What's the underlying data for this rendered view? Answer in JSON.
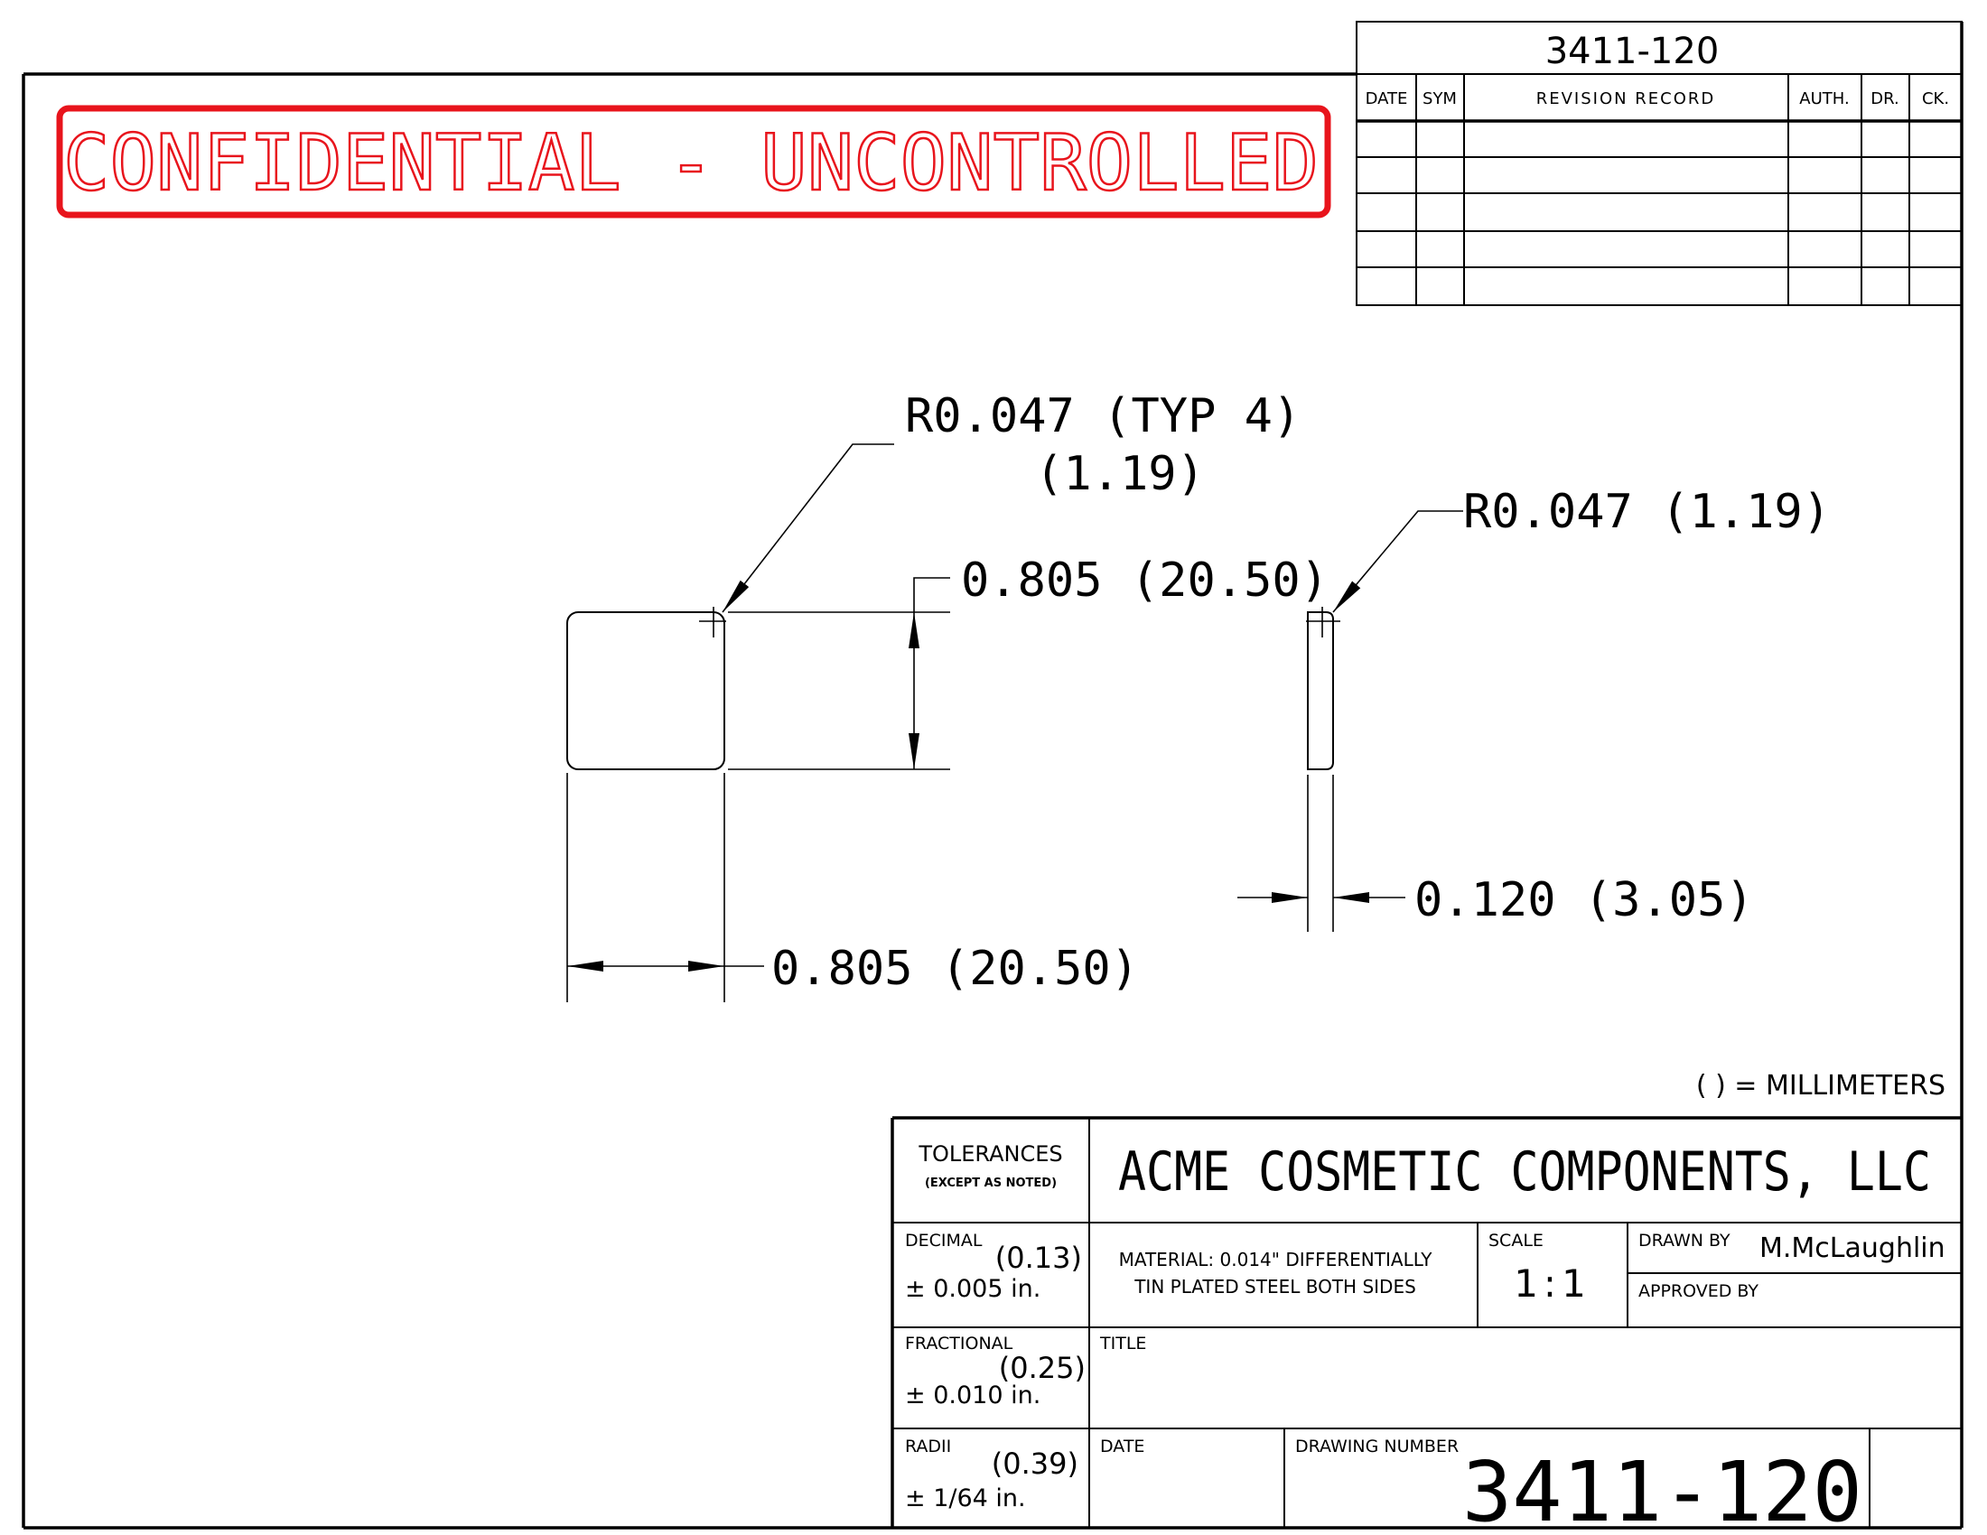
{
  "drawing_number_top": "3411-120",
  "confidential_text": "CONFIDENTIAL - UNCONTROLLED",
  "revision": {
    "headers": [
      "DATE",
      "SYM",
      "REVISION RECORD",
      "AUTH.",
      "DR.",
      "CK."
    ]
  },
  "dimensions": {
    "corner_radius_typ": "R0.047 (TYP 4)",
    "corner_radius_typ_mm": "(1.19)",
    "corner_radius_side": "R0.047 (1.19)",
    "height": "0.805 (20.50)",
    "width": "0.805 (20.50)",
    "thickness": "0.120 (3.05)"
  },
  "units_note": "( ) = MILLIMETERS",
  "title_block": {
    "tolerances_label": "TOLERANCES",
    "except_label": "(EXCEPT AS NOTED)",
    "company": "ACME COSMETIC COMPONENTS, LLC",
    "decimal_label": "DECIMAL",
    "decimal_mm": "(0.13)",
    "decimal_value": "± 0.005 in.",
    "fractional_label": "FRACTIONAL",
    "fractional_mm": "(0.25)",
    "fractional_value": "± 0.010 in.",
    "radii_label": "RADII",
    "radii_mm": "(0.39)",
    "radii_value": "± 1/64 in.",
    "material_line1": "MATERIAL: 0.014\" DIFFERENTIALLY",
    "material_line2": "TIN PLATED STEEL BOTH SIDES",
    "scale_label": "SCALE",
    "scale_value": "1:1",
    "drawn_by_label": "DRAWN BY",
    "drawn_by_value": "M.McLaughlin",
    "approved_by_label": "APPROVED BY",
    "title_label": "TITLE",
    "date_label": "DATE",
    "drawing_number_label": "DRAWING NUMBER",
    "drawing_number": "3411-120"
  },
  "colors": {
    "confidential": "#e8141c",
    "ink": "#000000"
  }
}
